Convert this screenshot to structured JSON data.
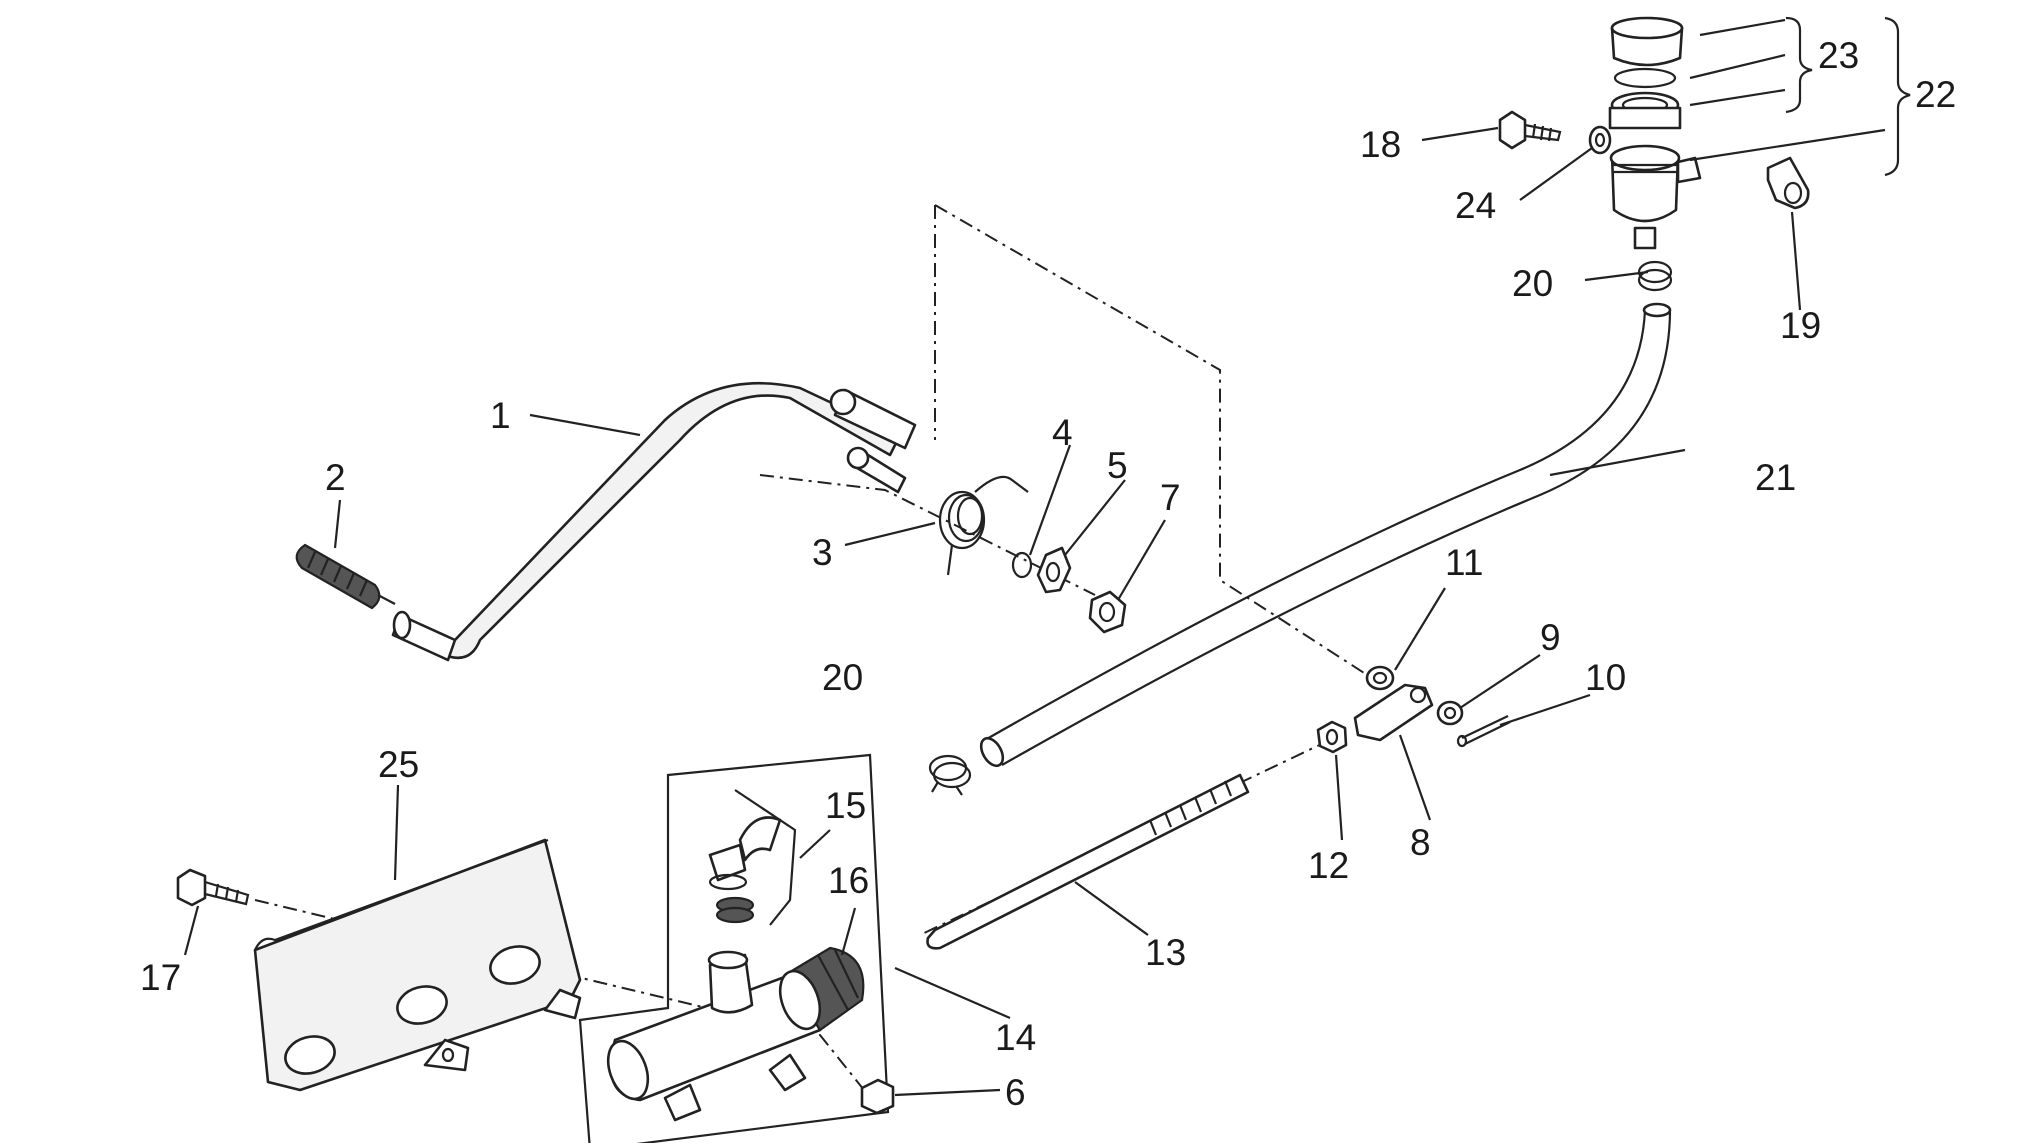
{
  "diagram": {
    "labels": [
      {
        "id": "c1",
        "text": "1"
      },
      {
        "id": "c2",
        "text": "2"
      },
      {
        "id": "c3",
        "text": "3"
      },
      {
        "id": "c4",
        "text": "4"
      },
      {
        "id": "c5",
        "text": "5"
      },
      {
        "id": "c6",
        "text": "6"
      },
      {
        "id": "c7",
        "text": "7"
      },
      {
        "id": "c8",
        "text": "8"
      },
      {
        "id": "c9",
        "text": "9"
      },
      {
        "id": "c10",
        "text": "10"
      },
      {
        "id": "c11",
        "text": "11"
      },
      {
        "id": "c12",
        "text": "12"
      },
      {
        "id": "c13",
        "text": "13"
      },
      {
        "id": "c14",
        "text": "14"
      },
      {
        "id": "c15",
        "text": "15"
      },
      {
        "id": "c16",
        "text": "16"
      },
      {
        "id": "c17",
        "text": "17"
      },
      {
        "id": "c18",
        "text": "18"
      },
      {
        "id": "c19",
        "text": "19"
      },
      {
        "id": "c20a",
        "text": "20"
      },
      {
        "id": "c20b",
        "text": "20"
      },
      {
        "id": "c21",
        "text": "21"
      },
      {
        "id": "c22",
        "text": "22"
      },
      {
        "id": "c23",
        "text": "23"
      },
      {
        "id": "c24",
        "text": "24"
      },
      {
        "id": "c25",
        "text": "25"
      }
    ]
  }
}
